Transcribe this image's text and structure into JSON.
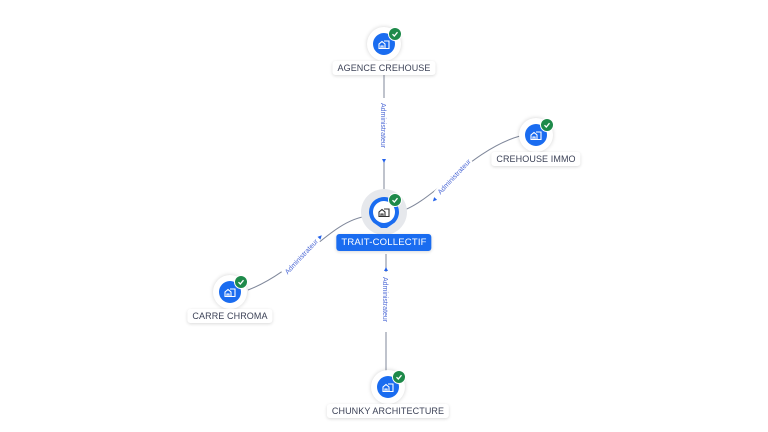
{
  "colors": {
    "node_blue": "#1a6cf0",
    "check_green": "#1e8a4a",
    "edge_gray": "#7f879a",
    "edge_label_blue": "#4f6bd6",
    "label_text": "#3c4257"
  },
  "center": {
    "name": "TRAIT-COLLECTIF",
    "icon": "building-icon",
    "verified": true
  },
  "nodes": [
    {
      "id": "agence-crehouse",
      "name": "AGENCE CREHOUSE",
      "icon": "building-icon",
      "verified": true,
      "relation": "Administrateur"
    },
    {
      "id": "crehouse-immo",
      "name": "CREHOUSE IMMO",
      "icon": "building-icon",
      "verified": true,
      "relation": "Administrateur"
    },
    {
      "id": "carre-chroma",
      "name": "CARRE CHROMA",
      "icon": "building-icon",
      "verified": true,
      "relation": "Administrateur"
    },
    {
      "id": "chunky-architecture",
      "name": "CHUNKY ARCHITECTURE",
      "icon": "building-icon",
      "verified": true,
      "relation": "Administrateur"
    }
  ]
}
